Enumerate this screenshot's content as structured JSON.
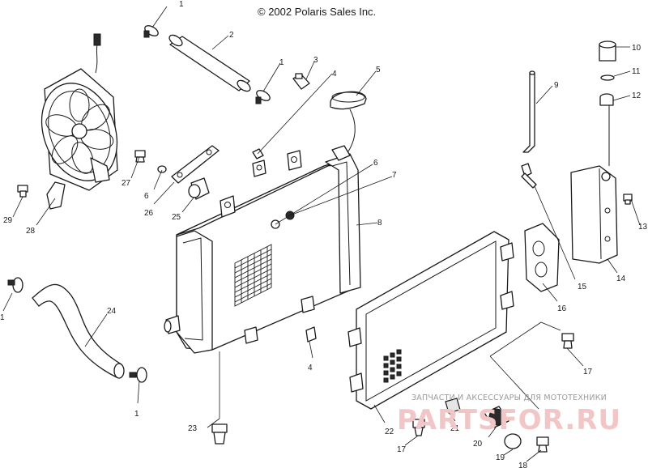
{
  "copyright": "© 2002 Polaris Sales Inc.",
  "watermark": {
    "tagline": "ЗАПЧАСТИ И АКСЕССУАРЫ ДЛЯ МОТОТЕХНИКИ",
    "logo": "PARTSFOR.RU"
  },
  "callouts": [
    "1",
    "2",
    "1",
    "3",
    "4",
    "5",
    "6",
    "7",
    "8",
    "9",
    "10",
    "11",
    "12",
    "13",
    "14",
    "15",
    "16",
    "17",
    "27",
    "6",
    "26",
    "25",
    "29",
    "28",
    "1",
    "24",
    "1",
    "4",
    "23",
    "22",
    "21",
    "20",
    "17",
    "19",
    "18"
  ]
}
